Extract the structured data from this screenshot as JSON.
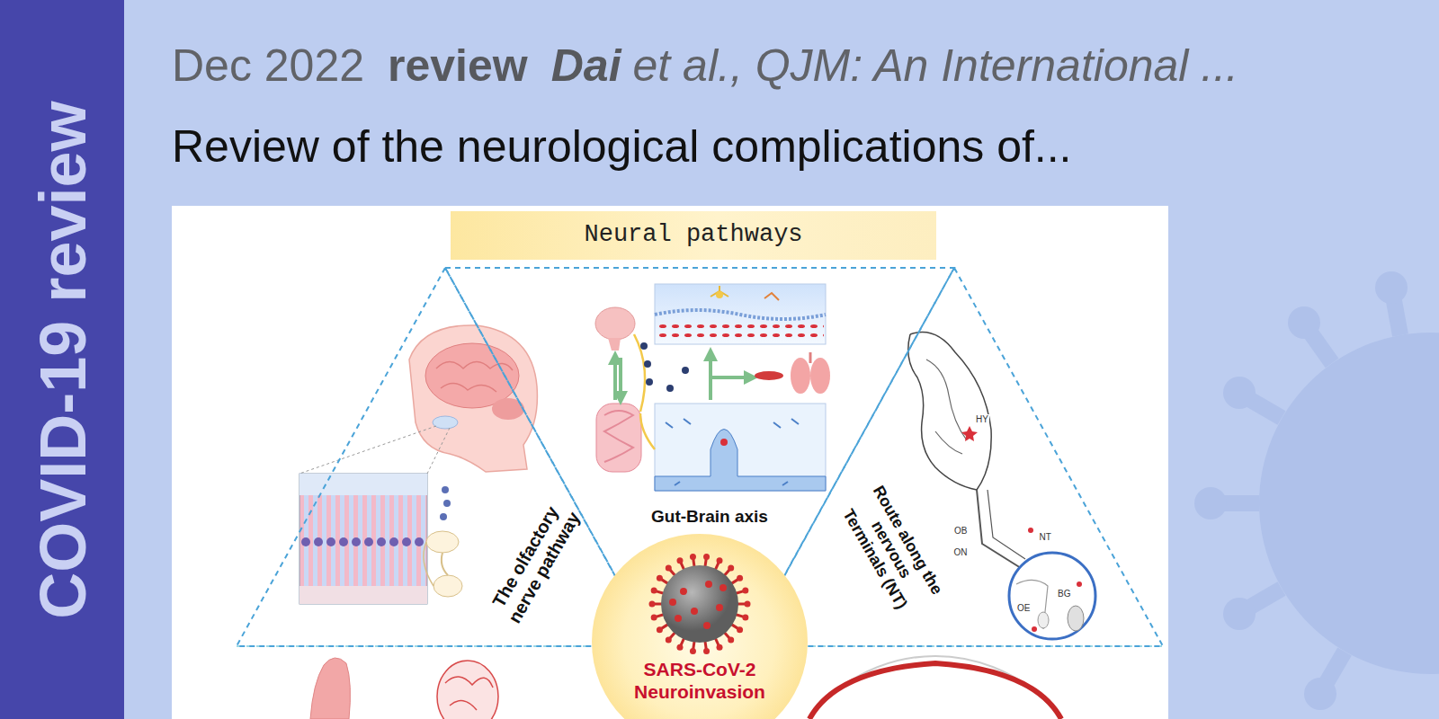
{
  "diagram": {
    "title": "Review of the neurological complications of...",
    "nodes": [
      {
        "text": [
          "Neural pathways"
        ]
      },
      {
        "text": [
          "The olfactory nerve pathway"
        ]
      },
      {
        "text": [
          "Gut-Brain axis"
        ]
      },
      {
        "text": [
          "Route along the nervous Terminals (NT)"
        ]
      },
      {
        "text": [
          "SARS-CoV-2 Neuroinvasion"
        ]
      }
    ],
    "labels": [
      "COVID-19 review",
      "Dec 2022",
      "review",
      "Dai",
      "et al., QJM: An International ...",
      "HY",
      "OB",
      "ON",
      "NT",
      "OE",
      "BG"
    ]
  }
}
